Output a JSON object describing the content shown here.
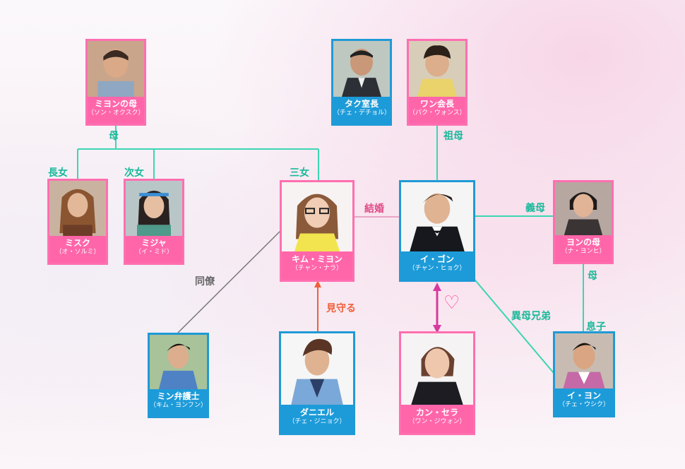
{
  "people": {
    "miyeon_mother": {
      "name": "ミヨンの母",
      "actor": "（ソン・オクスク）"
    },
    "taku": {
      "name": "タク室長",
      "actor": "（チェ・デチョル）"
    },
    "wan": {
      "name": "ワン会長",
      "actor": "（パク・ウォンス）"
    },
    "misuku": {
      "name": "ミスク",
      "actor": "（オ・ソルミ）"
    },
    "mija": {
      "name": "ミジャ",
      "actor": "（イ・ミド）"
    },
    "miyeon": {
      "name": "キム・ミヨン",
      "actor": "（チャン・ナラ）"
    },
    "gon": {
      "name": "イ・ゴン",
      "actor": "（チャン・ヒョク）"
    },
    "yon_mother": {
      "name": "ヨンの母",
      "actor": "（ナ・ヨンヒ）"
    },
    "min": {
      "name": "ミン弁護士",
      "actor": "（キム・ヨンフン）"
    },
    "daniel": {
      "name": "ダニエル",
      "actor": "（チェ・ジニョク）"
    },
    "sera": {
      "name": "カン・セラ",
      "actor": "（ワン・ジウォン）"
    },
    "yon": {
      "name": "イ・ヨン",
      "actor": "（チェ・ウシク）"
    }
  },
  "relations": {
    "mother": "母",
    "eldest": "長女",
    "second": "次女",
    "third": "三女",
    "grandmother": "祖母",
    "married": "結婚",
    "stepmother": "義母",
    "mother2": "母",
    "colleague": "同僚",
    "watch": "見守る",
    "half_brother": "異母兄弟",
    "son": "息子"
  },
  "heart": "♡",
  "colors": {
    "pink_border": "#ff6fb0",
    "blue_border": "#1f9ad6",
    "teal_line": "#3cd6b2",
    "magenta_arrow": "#d63aa0",
    "orange_arrow": "#f0603a"
  }
}
